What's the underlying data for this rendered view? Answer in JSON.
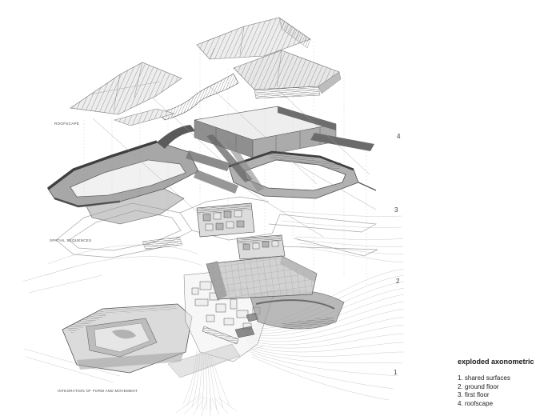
{
  "document": {
    "background": "#ffffff",
    "ink_color": "#3d3d3d",
    "light_line_color": "#c8c8c8",
    "band_color": "#5a5a5a",
    "fill_gray": "#cfcfcf"
  },
  "annotations": {
    "roofscape_label": "ROOFSCAPE",
    "spatial_sequences_label": "SPATIAL SEQUENCES",
    "integration_label": "INTEGRATION OF FORM AND MOVEMENT"
  },
  "layer_numbers": [
    {
      "value": "4"
    },
    {
      "value": "3"
    },
    {
      "value": "2"
    },
    {
      "value": "1"
    }
  ],
  "legend": {
    "title": "exploded axonometric",
    "items": [
      "1. shared surfaces",
      "2. ground floor",
      "3. first floor",
      "4. roofscape"
    ]
  }
}
